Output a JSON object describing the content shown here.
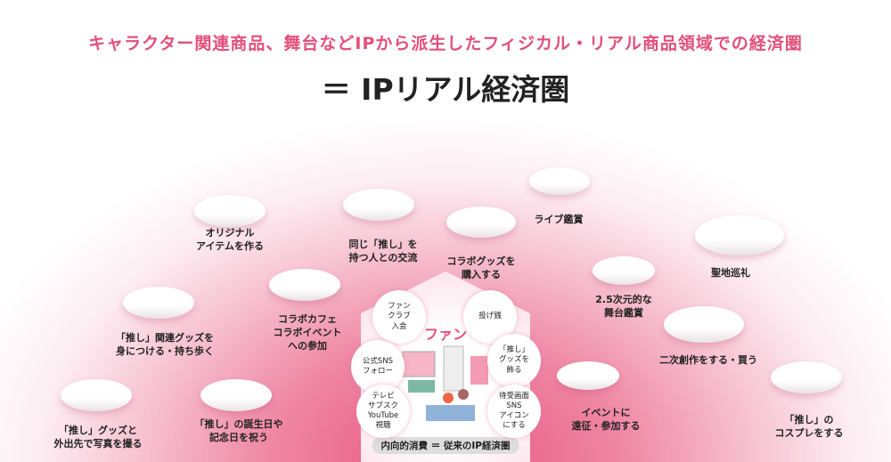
{
  "header": {
    "subtitle": "キャラクター関連商品、舞台などIPから派生したフィジカル・リアル商品領域での経済圏",
    "title": "＝ IPリアル経済圏"
  },
  "activities": [
    {
      "label": [
        "オリジナル",
        "アイテムを作る"
      ]
    },
    {
      "label": [
        "同じ「推し」を",
        "持つ人との交流"
      ]
    },
    {
      "label": [
        "コラボグッズを",
        "購入する"
      ]
    },
    {
      "label": [
        "ライブ鑑賞"
      ]
    },
    {
      "label": [
        "聖地巡礼"
      ]
    },
    {
      "label": [
        "「推し」関連グッズを",
        "身につける・持ち歩く"
      ]
    },
    {
      "label": [
        "コラボカフェ",
        "コラボイベント",
        "への参加"
      ]
    },
    {
      "label": [
        "2.5次元的な",
        "舞台鑑賞"
      ]
    },
    {
      "label": [
        "二次創作をする・買う"
      ]
    },
    {
      "label": [
        "「推し」グッズと",
        "外出先で写真を撮る"
      ]
    },
    {
      "label": [
        "「推し」の誕生日や",
        "記念日を祝う"
      ]
    },
    {
      "label": [
        "イベントに",
        "遠征・参加する"
      ]
    },
    {
      "label": [
        "「推し」の",
        "コスプレをする"
      ]
    }
  ],
  "center": {
    "fan_label": "ファン",
    "bubbles": [
      {
        "label": [
          "ファン",
          "クラブ",
          "入会"
        ]
      },
      {
        "label": [
          "投げ銭"
        ]
      },
      {
        "label": [
          "公式SNS",
          "フォロー"
        ]
      },
      {
        "label": [
          "「推し」",
          "グッズを",
          "飾る"
        ]
      },
      {
        "label": [
          "テレビ",
          "サブスク",
          "YouTube",
          "視聴"
        ]
      },
      {
        "label": [
          "待受画面",
          "SNS",
          "アイコン",
          "にする"
        ]
      }
    ],
    "footer": "内向的消費 ＝ 従来のIP経済圏"
  },
  "colors": {
    "accent": "#e24f7b",
    "pink_light": "#f7c3d3"
  }
}
